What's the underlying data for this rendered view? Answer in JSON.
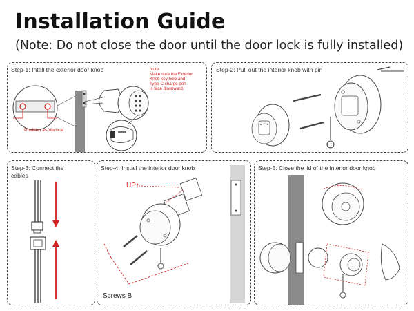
{
  "header": {
    "title": "Installation Guide",
    "subtitle": "(Note: Do not close the door until the door lock is fully installed)"
  },
  "steps": [
    {
      "label": "Step-1: Intall the exterior door knob",
      "note_lines": [
        "Note:",
        "Make sure the Exterior",
        "Knob key hole and",
        "Type-C charge port",
        "is face downward."
      ],
      "callout": "Position as Vertical"
    },
    {
      "label": "Step-2: Pull out the interior knob with pin"
    },
    {
      "label_lines": [
        "Step-3: Connect the",
        "cables"
      ]
    },
    {
      "label": "Step-4: Install the interior door knob",
      "up_label": "UP",
      "screws_label": "Screws B"
    },
    {
      "label": "Step-5: Close the lid of the interior door knob"
    }
  ],
  "colors": {
    "accent_red": "#d32020",
    "door_gray": "#8a8a8a"
  }
}
